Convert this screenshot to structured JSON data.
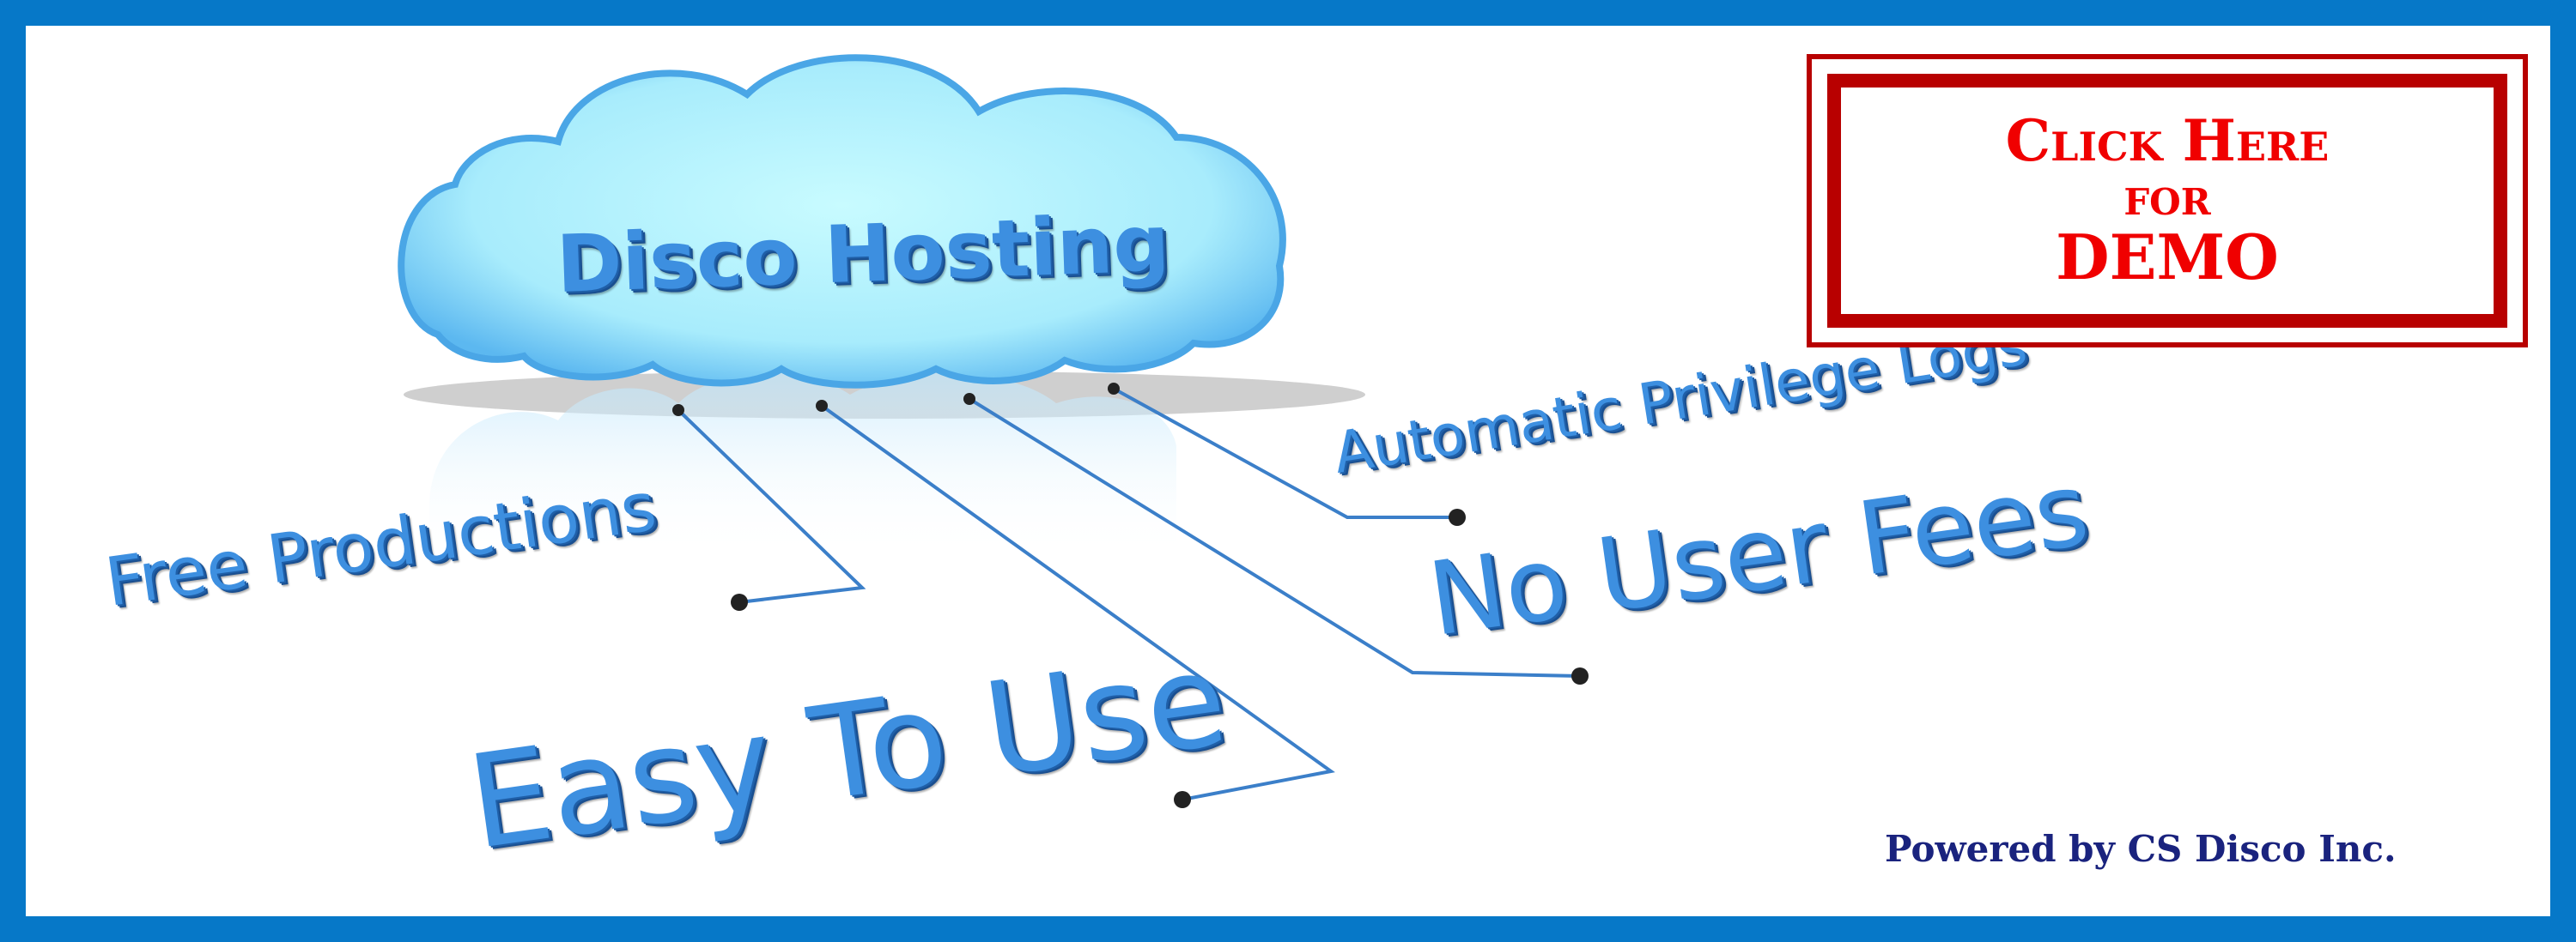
{
  "cloud_title": "Disco Hosting",
  "features": {
    "free_productions": "Free Productions",
    "easy_to_use": "Easy To Use",
    "no_user_fees": "No User Fees",
    "automatic_privilege_logs": "Automatic Privilege Logs"
  },
  "demo_button": {
    "line1": "Click Here",
    "line2": "for",
    "line3": "DEMO"
  },
  "footer": {
    "powered_by": "Powered by CS Disco Inc."
  },
  "colors": {
    "border": "#0678c8",
    "demo_red": "#f00000",
    "demo_frame": "#b80000",
    "feature_blue": "#3d8fe0",
    "footer_navy": "#1a237e"
  }
}
